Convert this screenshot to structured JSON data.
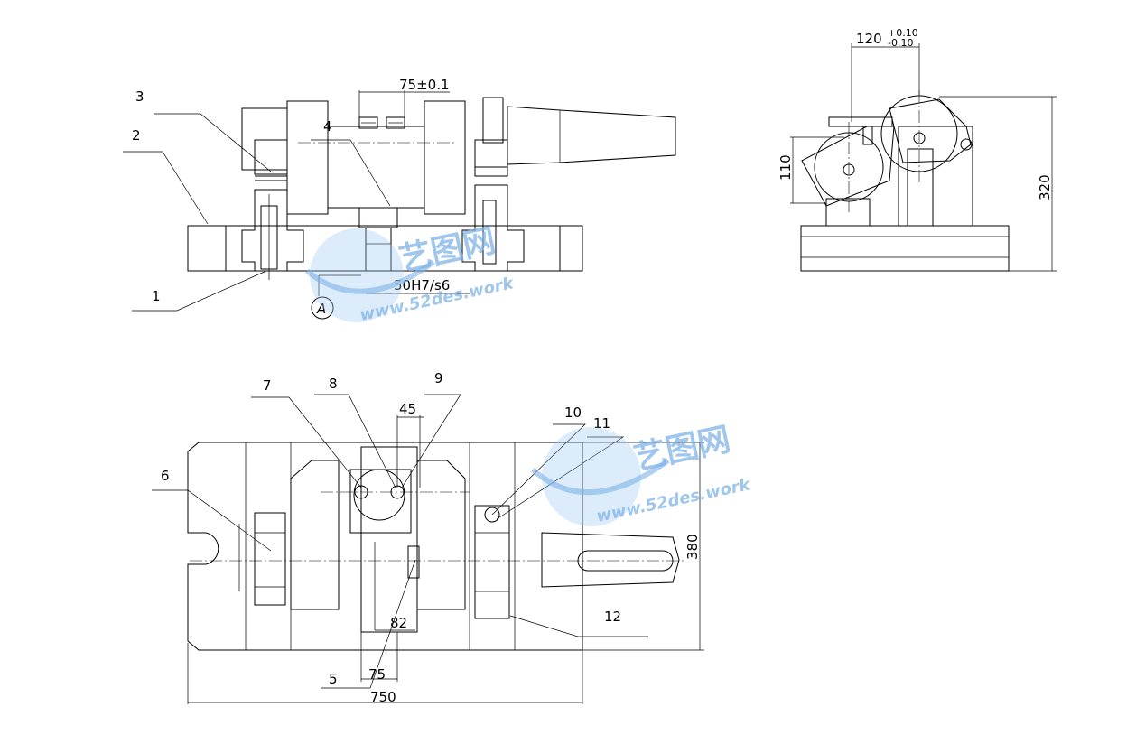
{
  "part_labels": [
    "1",
    "2",
    "3",
    "4",
    "5",
    "6",
    "7",
    "8",
    "9",
    "10",
    "11",
    "12"
  ],
  "section_mark": "A",
  "dimensions": {
    "top_spacing": "75±0.1",
    "fit": "50H7/s6",
    "side_width": "120",
    "side_tol_upper": "+0.10",
    "side_tol_lower": "-0.10",
    "side_height_small": "110",
    "side_height_total": "320",
    "plan_angle": "45",
    "plan_inner": "82",
    "plan_slot": "75",
    "plan_length": "750",
    "plan_depth": "380"
  },
  "watermark": {
    "brand": "艺图网",
    "url": "www.52des.work"
  }
}
